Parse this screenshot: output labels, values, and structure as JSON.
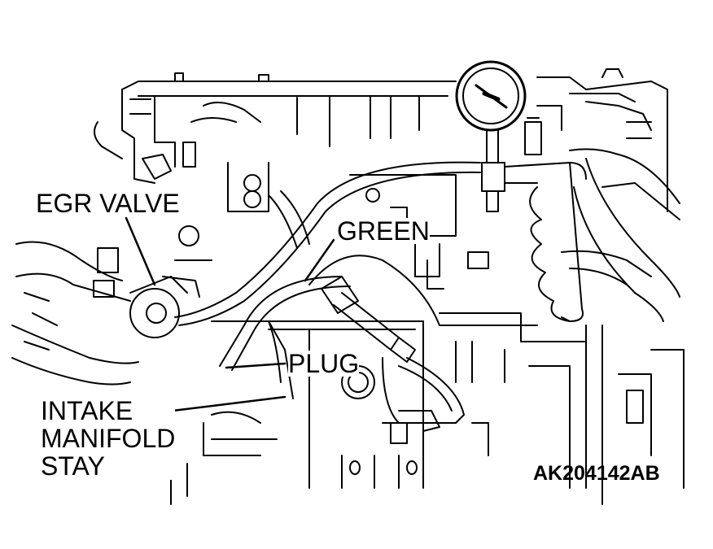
{
  "labels": {
    "egr_valve": "EGR VALVE",
    "green": "GREEN",
    "plug": "PLUG",
    "intake_line1": "INTAKE",
    "intake_line2": "MANIFOLD",
    "intake_line3": "STAY",
    "figure_code": "AK204142AB"
  },
  "colors": {
    "line": "#000000",
    "background": "#ffffff"
  }
}
